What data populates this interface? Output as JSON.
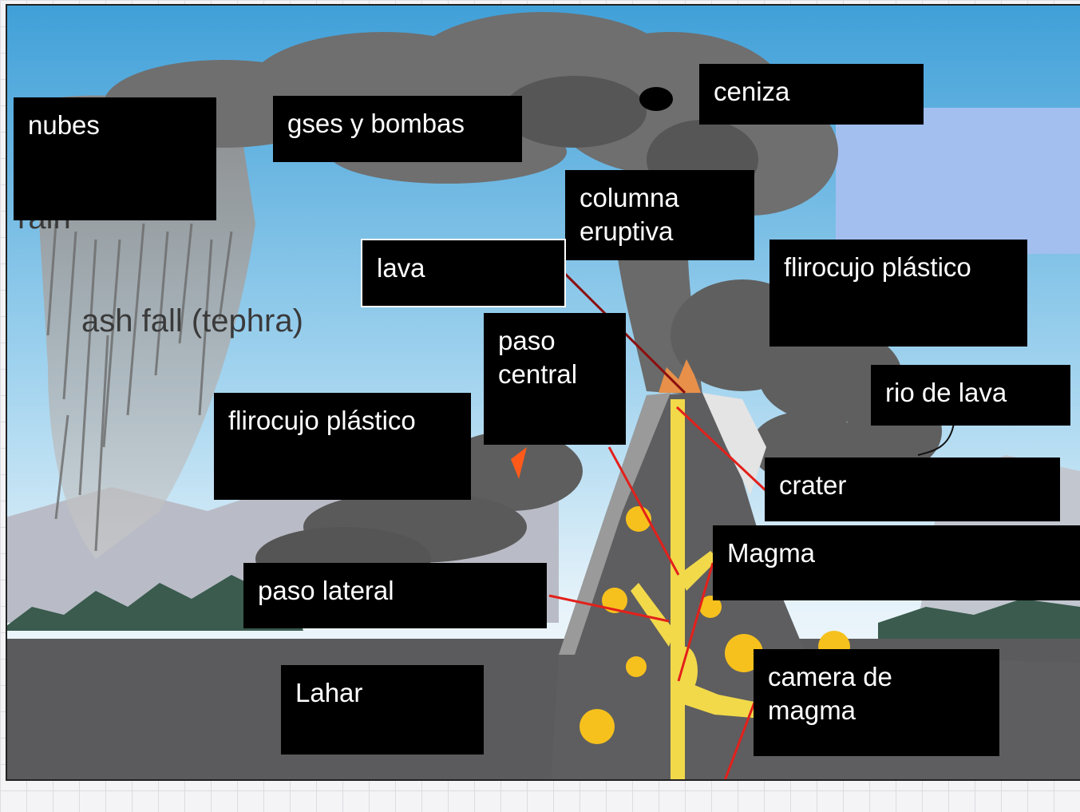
{
  "diagram": {
    "background_text": "ash fall (tephra)",
    "labels": {
      "nubes": "nubes",
      "gases": "gses y bombas",
      "ceniza": "ceniza",
      "columna": "columna\neruptiva",
      "lava": "lava",
      "flujo_right": "flirocujo plástico",
      "paso_central": "paso\ncentral",
      "flujo_left": "flirocujo plástico",
      "rio_lava": "rio de lava",
      "crater": "crater",
      "magma": "Magma",
      "paso_lateral": "paso lateral",
      "lahar": "Lahar",
      "camera": "camera de\nmagma"
    }
  },
  "colors": {
    "label_bg": "#000000",
    "label_text": "#ffffff",
    "leader_line": "#e3201b",
    "leader_line_dark": "#8b0f0f",
    "magma": "#f4e04a",
    "ash": "#6d6d6d",
    "sky_top": "#4aa7dc",
    "ground": "#5a5a5c"
  }
}
